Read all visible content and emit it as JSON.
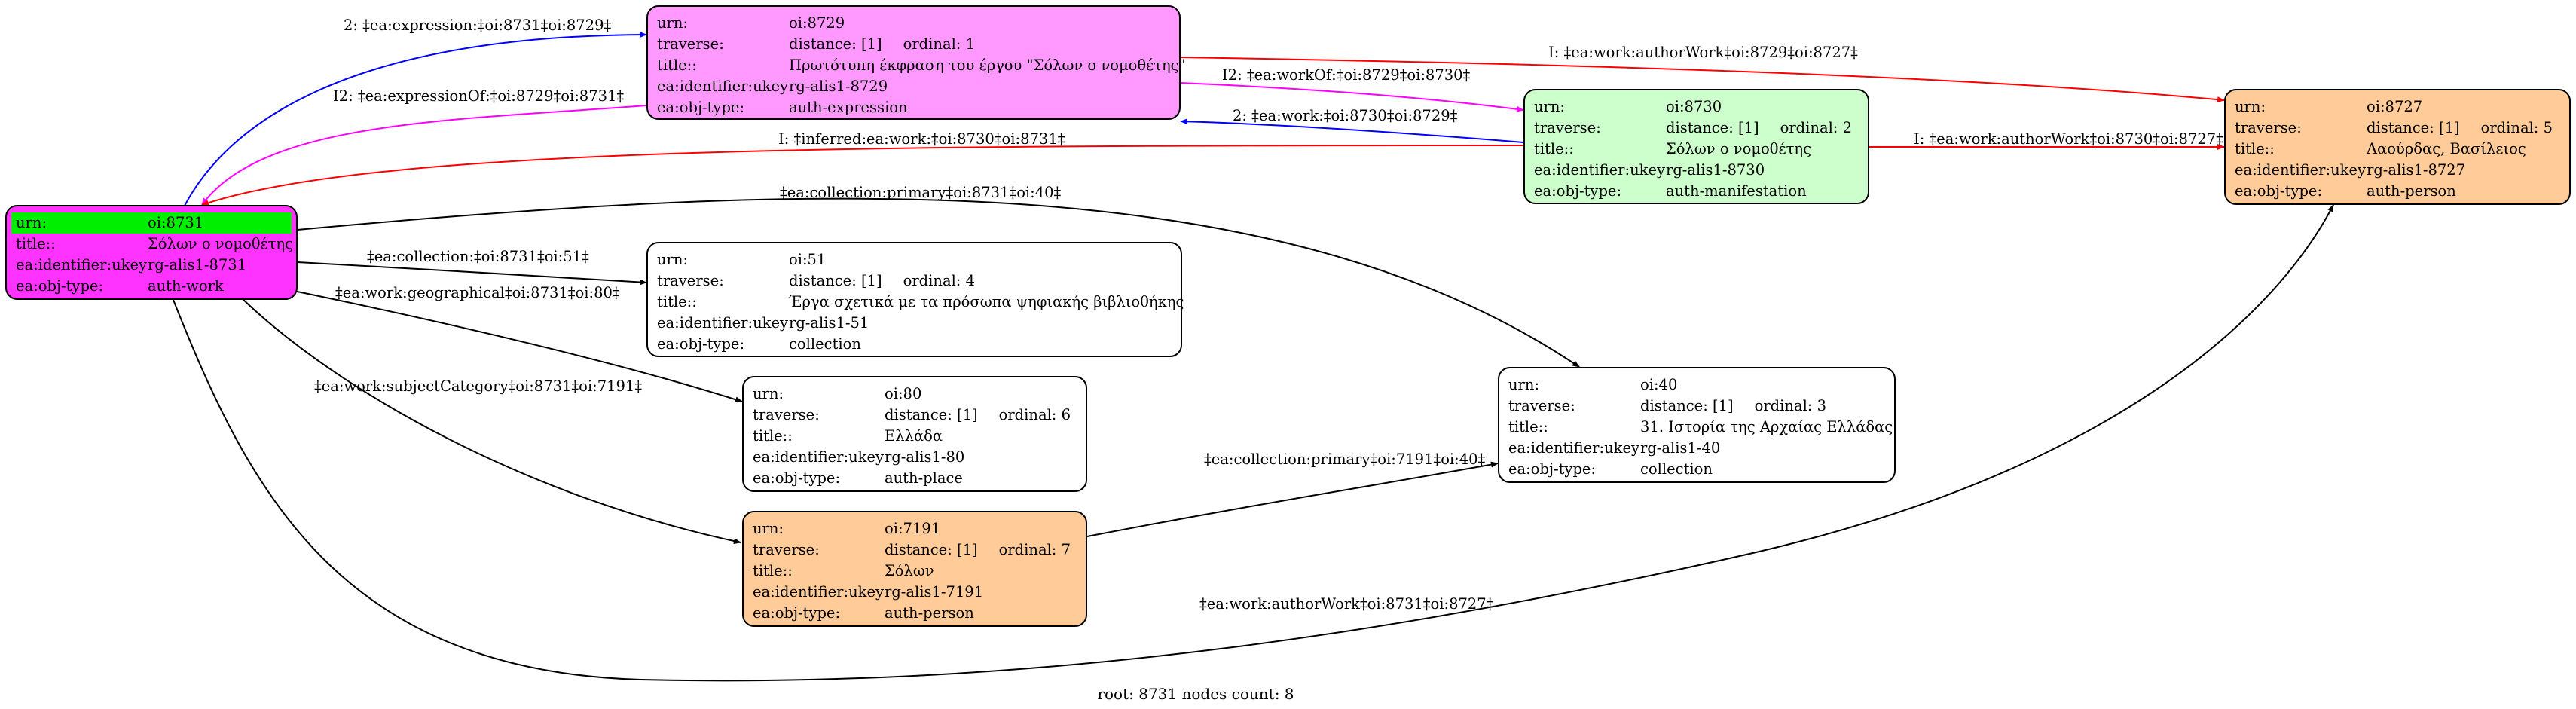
{
  "nodes": {
    "n8731": {
      "fill": "#ff33ff",
      "urn_key": "urn:",
      "urn_val": "oi:8731",
      "title_key": "title::",
      "title_val": "Σόλων ο νομοθέτης",
      "ukey_key": "ea:identifier:ukey",
      "ukey_val": "rg-alis1-8731",
      "type_key": "ea:obj-type:",
      "type_val": "auth-work"
    },
    "n8729": {
      "fill": "#ff99ff",
      "urn_key": "urn:",
      "urn_val": "oi:8729",
      "traverse_key": "traverse:",
      "distance": "distance: [1]",
      "ordinal": "ordinal: 1",
      "title_key": "title::",
      "title_val": "Πρωτότυπη έκφραση του έργου \"Σόλων ο νομοθέτης\"",
      "ukey_key": "ea:identifier:ukey",
      "ukey_val": "rg-alis1-8729",
      "type_key": "ea:obj-type:",
      "type_val": "auth-expression"
    },
    "n8730": {
      "fill": "#ccffcc",
      "urn_key": "urn:",
      "urn_val": "oi:8730",
      "traverse_key": "traverse:",
      "distance": "distance: [1]",
      "ordinal": "ordinal: 2",
      "title_key": "title::",
      "title_val": "Σόλων ο νομοθέτης",
      "ukey_key": "ea:identifier:ukey",
      "ukey_val": "rg-alis1-8730",
      "type_key": "ea:obj-type:",
      "type_val": "auth-manifestation"
    },
    "n8727": {
      "fill": "#ffcc99",
      "urn_key": "urn:",
      "urn_val": "oi:8727",
      "traverse_key": "traverse:",
      "distance": "distance: [1]",
      "ordinal": "ordinal: 5",
      "title_key": "title::",
      "title_val": "Λαούρδας, Βασίλειος",
      "ukey_key": "ea:identifier:ukey",
      "ukey_val": "rg-alis1-8727",
      "type_key": "ea:obj-type:",
      "type_val": "auth-person"
    },
    "n51": {
      "fill": "#ffffff",
      "urn_key": "urn:",
      "urn_val": "oi:51",
      "traverse_key": "traverse:",
      "distance": "distance: [1]",
      "ordinal": "ordinal: 4",
      "title_key": "title::",
      "title_val": "Έργα σχετικά με τα πρόσωπα ψηφιακής βιβλιοθήκης",
      "ukey_key": "ea:identifier:ukey",
      "ukey_val": "rg-alis1-51",
      "type_key": "ea:obj-type:",
      "type_val": "collection"
    },
    "n80": {
      "fill": "#ffffff",
      "urn_key": "urn:",
      "urn_val": "oi:80",
      "traverse_key": "traverse:",
      "distance": "distance: [1]",
      "ordinal": "ordinal: 6",
      "title_key": "title::",
      "title_val": "Ελλάδα",
      "ukey_key": "ea:identifier:ukey",
      "ukey_val": "rg-alis1-80",
      "type_key": "ea:obj-type:",
      "type_val": "auth-place"
    },
    "n7191": {
      "fill": "#ffcc99",
      "urn_key": "urn:",
      "urn_val": "oi:7191",
      "traverse_key": "traverse:",
      "distance": "distance: [1]",
      "ordinal": "ordinal: 7",
      "title_key": "title::",
      "title_val": "Σόλων",
      "ukey_key": "ea:identifier:ukey",
      "ukey_val": "rg-alis1-7191",
      "type_key": "ea:obj-type:",
      "type_val": "auth-person"
    },
    "n40": {
      "fill": "#ffffff",
      "urn_key": "urn:",
      "urn_val": "oi:40",
      "traverse_key": "traverse:",
      "distance": "distance: [1]",
      "ordinal": "ordinal: 3",
      "title_key": "title::",
      "title_val": "31. Ιστορία της Αρχαίας Ελλάδας",
      "ukey_key": "ea:identifier:ukey",
      "ukey_val": "rg-alis1-40",
      "type_key": "ea:obj-type:",
      "type_val": "collection"
    }
  },
  "edges": {
    "e1": "2: ‡ea:expression:‡oi:8731‡oi:8729‡",
    "e2": "I2: ‡ea:expressionOf:‡oi:8729‡oi:8731‡",
    "e3": "I: ‡ea:work:authorWork‡oi:8729‡oi:8727‡",
    "e4": "I2: ‡ea:workOf:‡oi:8729‡oi:8730‡",
    "e5": "2: ‡ea:work:‡oi:8730‡oi:8729‡",
    "e6": "I: ‡ea:work:authorWork‡oi:8730‡oi:8727‡",
    "e7": "I: ‡inferred:ea:work:‡oi:8730‡oi:8731‡",
    "e8": "‡ea:collection:primary‡oi:8731‡oi:40‡",
    "e9": "‡ea:collection:‡oi:8731‡oi:51‡",
    "e10": "‡ea:work:geographical‡oi:8731‡oi:80‡",
    "e11": "‡ea:work:subjectCategory‡oi:8731‡oi:7191‡",
    "e12": "‡ea:collection:primary‡oi:7191‡oi:40‡",
    "e13": "‡ea:work:authorWork‡oi:8731‡oi:8727‡"
  },
  "colors": {
    "blue": "#0000ff",
    "red": "#ff0000",
    "magenta": "#ff00ff",
    "black": "#000000",
    "root_highlight": "#00ee00"
  },
  "footer": "root: 8731 nodes count: 8"
}
